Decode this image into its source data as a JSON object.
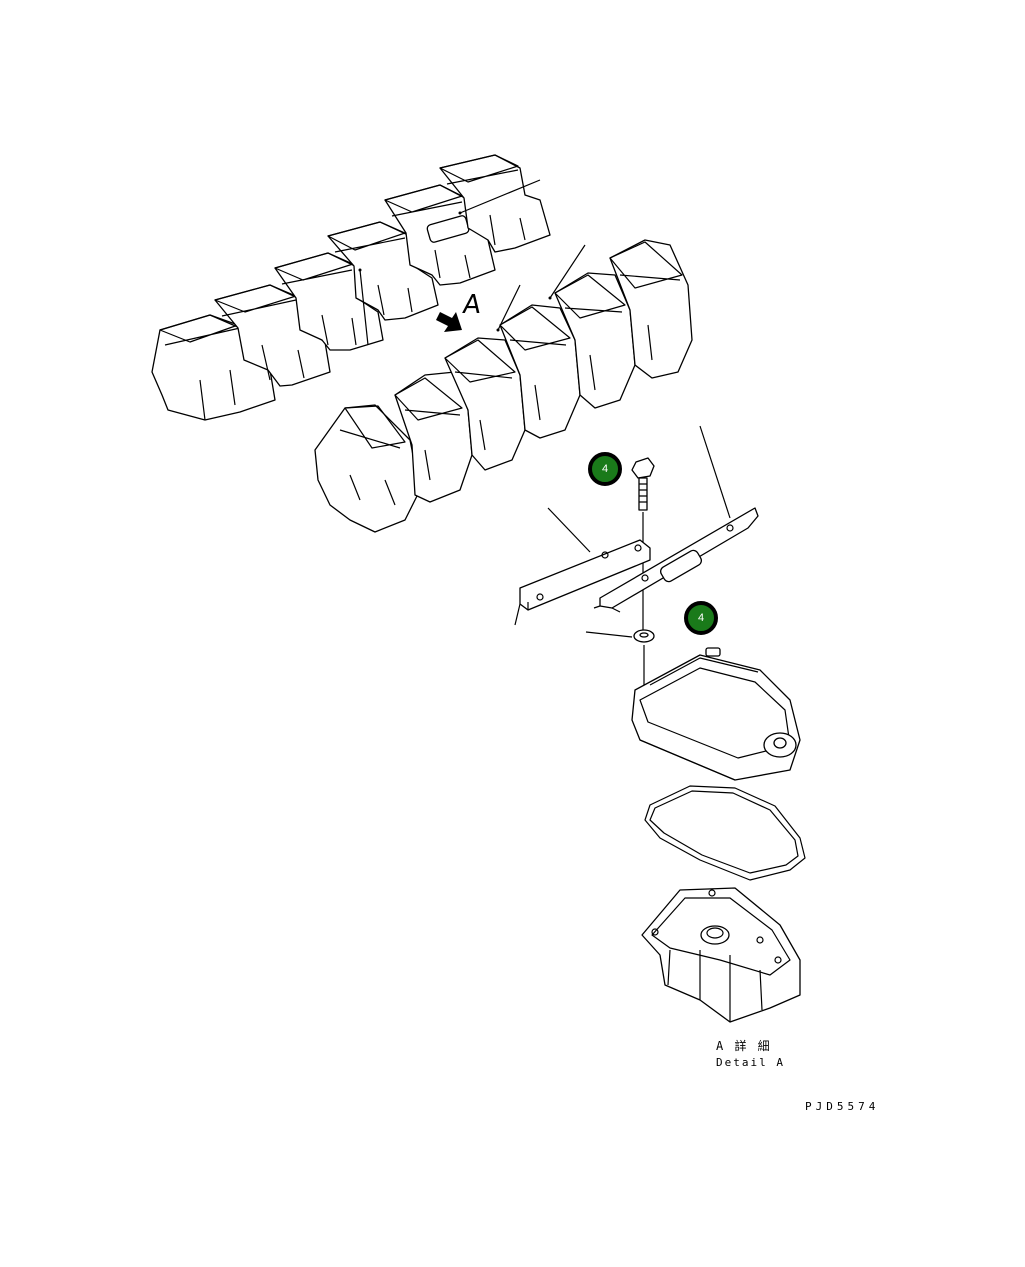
{
  "diagram": {
    "view_marker": "A",
    "callouts": [
      {
        "id": "callout-bolt",
        "number": "4"
      },
      {
        "id": "callout-cover",
        "number": "4"
      }
    ],
    "detail_label_jp": "A 詳 細",
    "detail_label_en": "Detail A",
    "drawing_number": "PJD5574"
  },
  "colors": {
    "callout_fill": "#1a7a1a",
    "line": "#000000",
    "background": "#ffffff"
  }
}
